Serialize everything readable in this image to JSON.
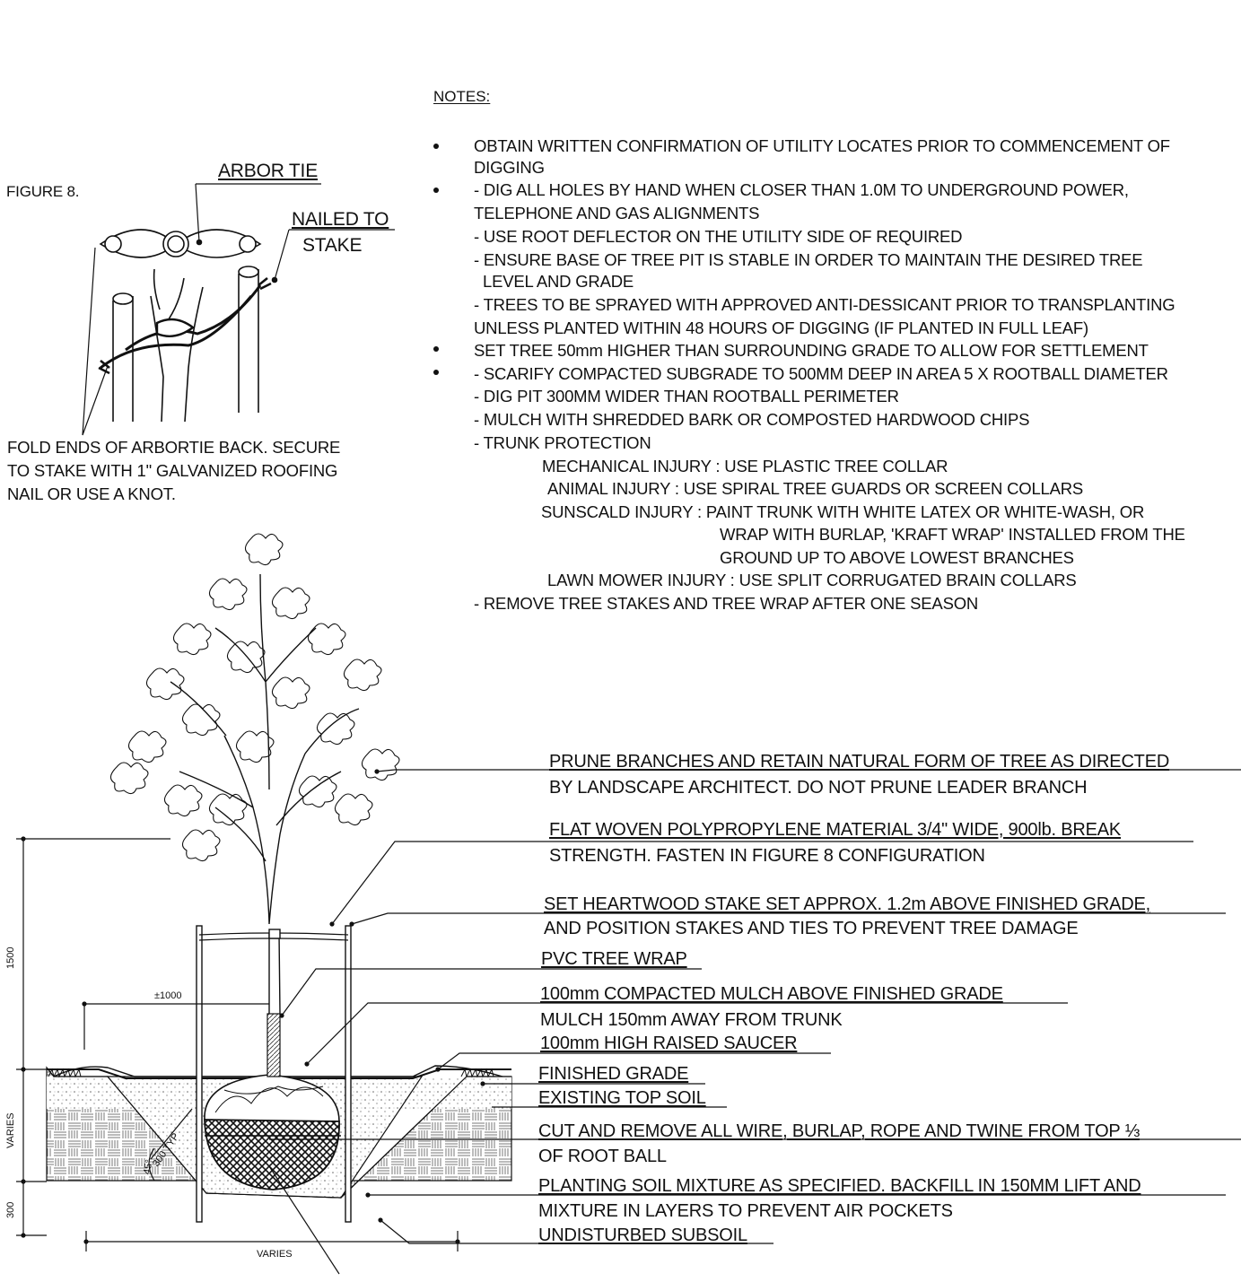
{
  "figure8": {
    "title": "FIGURE 8.",
    "arbor_tie": "ARBOR TIE",
    "nailed_to_1": "NAILED TO",
    "nailed_to_2": "STAKE",
    "fold_note": [
      "FOLD ENDS OF ARBORTIE BACK. SECURE",
      "TO STAKE WITH 1\" GALVANIZED ROOFING",
      "NAIL OR USE A KNOT."
    ]
  },
  "notes": {
    "title": "NOTES:",
    "lines": [
      "OBTAIN WRITTEN CONFIRMATION OF UTILITY LOCATES PRIOR TO COMMENCEMENT OF",
      "DIGGING",
      "- DIG ALL HOLES BY HAND WHEN CLOSER THAN 1.0M TO UNDERGROUND POWER,",
      "TELEPHONE AND GAS ALIGNMENTS",
      "- USE ROOT DEFLECTOR ON THE UTILITY SIDE OF REQUIRED",
      "- ENSURE BASE OF TREE PIT IS STABLE IN ORDER TO MAINTAIN THE DESIRED TREE",
      "LEVEL AND GRADE",
      "- TREES TO BE SPRAYED WITH APPROVED ANTI-DESSICANT PRIOR TO TRANSPLANTING",
      "UNLESS PLANTED WITHIN 48 HOURS OF DIGGING (IF PLANTED IN FULL LEAF)",
      "SET TREE 50mm HIGHER THAN SURROUNDING GRADE TO ALLOW FOR SETTLEMENT",
      "- SCARIFY COMPACTED SUBGRADE TO 500MM DEEP IN AREA 5 X ROOTBALL DIAMETER",
      "- DIG PIT 300MM WIDER THAN ROOTBALL PERIMETER",
      "- MULCH WITH SHREDDED BARK OR COMPOSTED HARDWOOD CHIPS",
      "- TRUNK PROTECTION",
      "MECHANICAL INJURY : USE PLASTIC TREE COLLAR",
      "ANIMAL INJURY : USE SPIRAL TREE GUARDS OR SCREEN COLLARS",
      "SUNSCALD INJURY : PAINT TRUNK WITH WHITE LATEX OR WHITE-WASH, OR",
      "WRAP WITH BURLAP, 'KRAFT WRAP' INSTALLED FROM THE",
      "GROUND UP TO ABOVE LOWEST BRANCHES",
      "LAWN MOWER INJURY : USE SPLIT CORRUGATED BRAIN COLLARS",
      "- REMOVE TREE STAKES AND TREE WRAP AFTER ONE SEASON"
    ]
  },
  "callouts": {
    "prune_1": "PRUNE BRANCHES AND RETAIN NATURAL FORM OF TREE AS DIRECTED",
    "prune_2": "BY LANDSCAPE ARCHITECT.  DO NOT PRUNE LEADER BRANCH",
    "flat_1": "FLAT WOVEN POLYPROPYLENE MATERIAL 3/4\" WIDE, 900lb. BREAK",
    "flat_2": "STRENGTH. FASTEN IN FIGURE 8 CONFIGURATION",
    "stake_1": "SET HEARTWOOD STAKE SET APPROX. 1.2m ABOVE FINISHED GRADE,",
    "stake_2": "AND POSITION STAKES AND TIES TO PREVENT TREE DAMAGE",
    "pvc": "PVC TREE WRAP",
    "mulch_1": "100mm COMPACTED MULCH ABOVE FINISHED GRADE",
    "mulch_2": "MULCH 150mm AWAY FROM TRUNK",
    "saucer": "100mm HIGH RAISED SAUCER",
    "finished_grade": "FINISHED GRADE",
    "top_soil": "EXISTING TOP SOIL",
    "cut_1": "CUT AND REMOVE ALL WIRE, BURLAP, ROPE AND TWINE FROM TOP ⅓",
    "cut_2": "OF ROOT BALL",
    "plant_1": "PLANTING SOIL MIXTURE AS SPECIFIED.  BACKFILL IN 150MM LIFT AND",
    "plant_2": "MIXTURE IN LAYERS TO PREVENT AIR POCKETS",
    "subsoil": "UNDISTURBED SUBSOIL"
  },
  "dimensions": {
    "dim_1500": "1500",
    "dim_varies_left": "VARIES",
    "dim_300": "300",
    "dim_1000": "±1000",
    "dim_varies_bottom": "VARIES",
    "dim_300_typ": "300 TYP",
    "dim_45": "45°"
  }
}
